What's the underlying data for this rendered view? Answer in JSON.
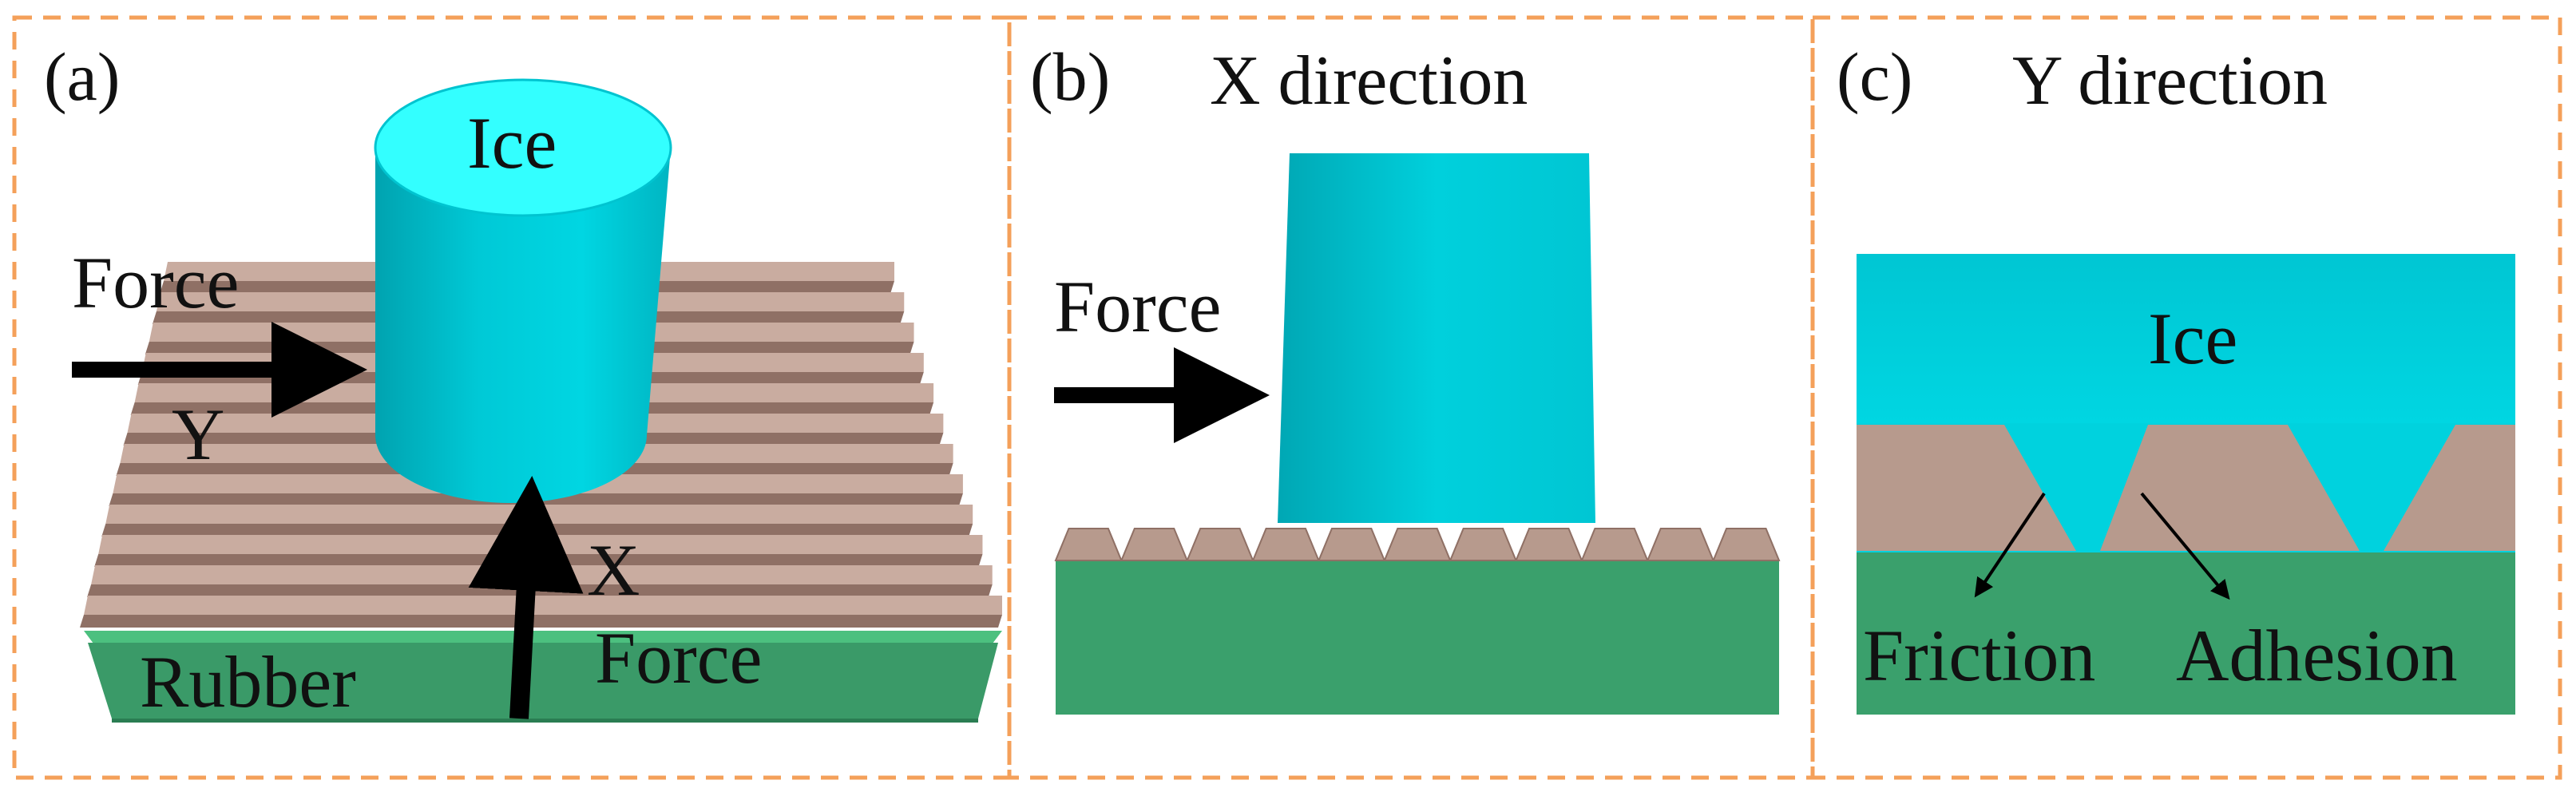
{
  "colors": {
    "ice": "#00d4e0",
    "ice_dark": "#00a9b6",
    "ridge": "#b79a8d",
    "ridge_dark": "#8f7065",
    "rubber": "#3aa06c",
    "rubber_dark": "#2a7d52",
    "border": "#f4a05a",
    "arrow": "#000000"
  },
  "panel_a": {
    "letter": "(a)",
    "ice": "Ice",
    "force_left": "Force",
    "y_axis": "Y",
    "x_axis": "X",
    "force_bottom": "Force",
    "rubber": "Rubber"
  },
  "panel_b": {
    "letter": "(b)",
    "title": "X direction",
    "force": "Force"
  },
  "panel_c": {
    "letter": "(c)",
    "title": "Y direction",
    "ice": "Ice",
    "friction": "Friction",
    "adhesion": "Adhesion"
  }
}
